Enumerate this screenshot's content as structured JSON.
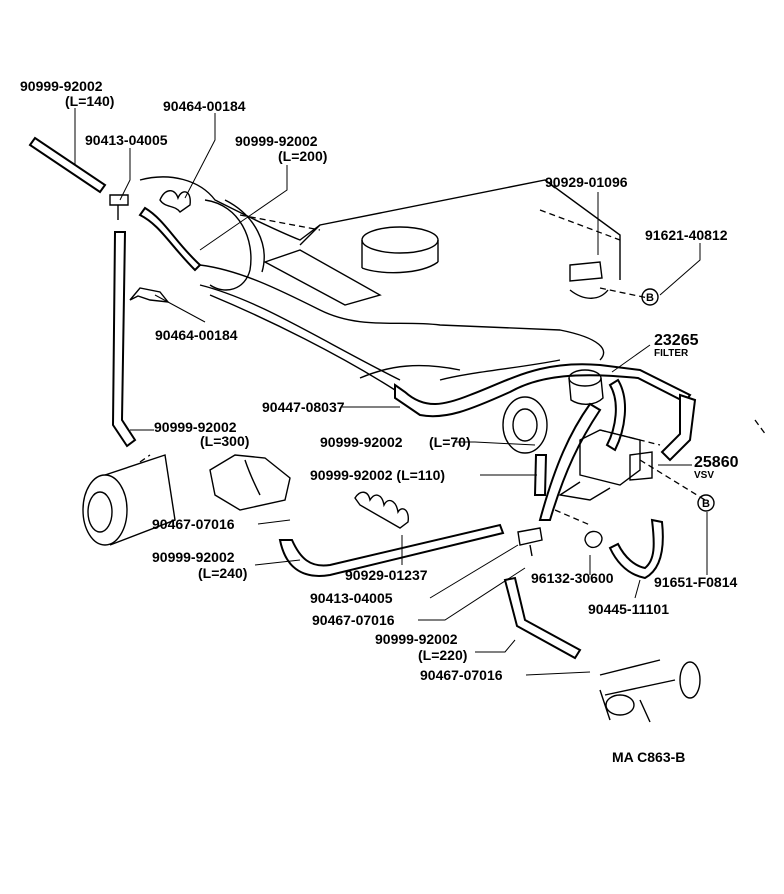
{
  "labels": {
    "hose_140_pn": "90999-92002",
    "hose_140_len": "(L=140)",
    "clip_top_pn": "90464-00184",
    "tee_top_pn": "90413-04005",
    "hose_200_pn": "90999-92002",
    "hose_200_len": "(L=200)",
    "bracket_pn": "90929-01096",
    "bolt_pn": "91621-40812",
    "clip_mid_pn": "90464-00184",
    "filter_pn": "23265",
    "filter_name": "FILTER",
    "hose_long_pn": "90447-08037",
    "hose_70_pn": "90999-92002",
    "hose_70_len": "(L=70)",
    "hose_300_pn": "90999-92002",
    "hose_300_len": "(L=300)",
    "hose_110": "90999-92002 (L=110)",
    "vsv_pn": "25860",
    "vsv_name": "VSV",
    "clamp_left_pn": "90467-07016",
    "hose_240_pn": "90999-92002",
    "hose_240_len": "(L=240)",
    "clamp_set_pn": "90929-01237",
    "tee_bottom_pn": "90413-04005",
    "clamp_mid_pn": "90467-07016",
    "connector_pn": "96132-30600",
    "bolt_b_pn": "91651-F0814",
    "hose_220_pn": "90999-92002",
    "hose_220_len": "(L=220)",
    "hose_11101_pn": "90445-11101",
    "clamp_bottom_pn": "90467-07016",
    "ref_code": "MA C863-B"
  },
  "markers": {
    "b_marker": "B"
  }
}
